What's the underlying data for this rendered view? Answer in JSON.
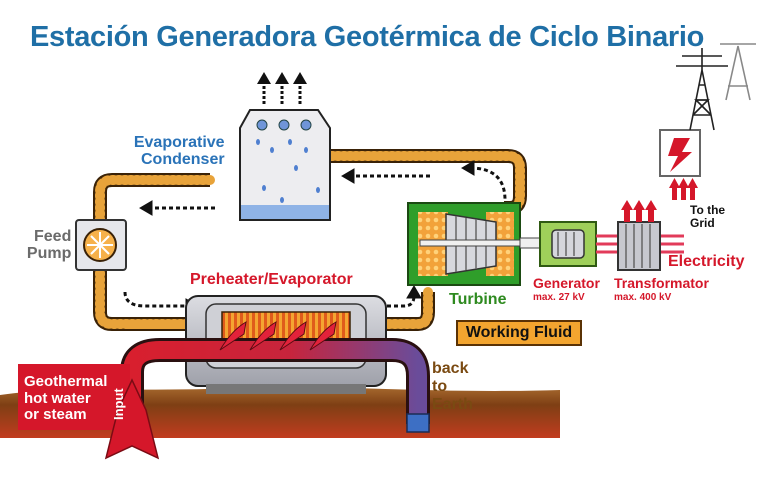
{
  "title": "Estación Generadora Geotérmica de Ciclo Binario",
  "labels": {
    "evaporative_condenser": [
      "Evaporative",
      "Condenser"
    ],
    "feed_pump": [
      "Feed",
      "Pump"
    ],
    "preheater": "Preheater/Evaporator",
    "turbine": "Turbine",
    "generator": "Generator",
    "generator_max": "max. 27 kV",
    "transformer": "Transformator",
    "transformer_max": "max. 400 kV",
    "electricity": "Electricity",
    "to_grid": [
      "To the",
      "Grid"
    ],
    "working_fluid": "Working Fluid",
    "back_to_earth": [
      "back",
      "to",
      "Earth"
    ],
    "geothermal": [
      "Geothermal",
      "hot water",
      "or steam"
    ],
    "input": "Input"
  },
  "colors": {
    "title": "#1f6fa6",
    "working_fluid_pipe": "#e8a33a",
    "hot_water": "#c9202f",
    "cold_return": "#5a4c9e",
    "turbine_housing": "#2f9e2a",
    "generator": "#9fd05a",
    "ground": "#7a3a14"
  }
}
